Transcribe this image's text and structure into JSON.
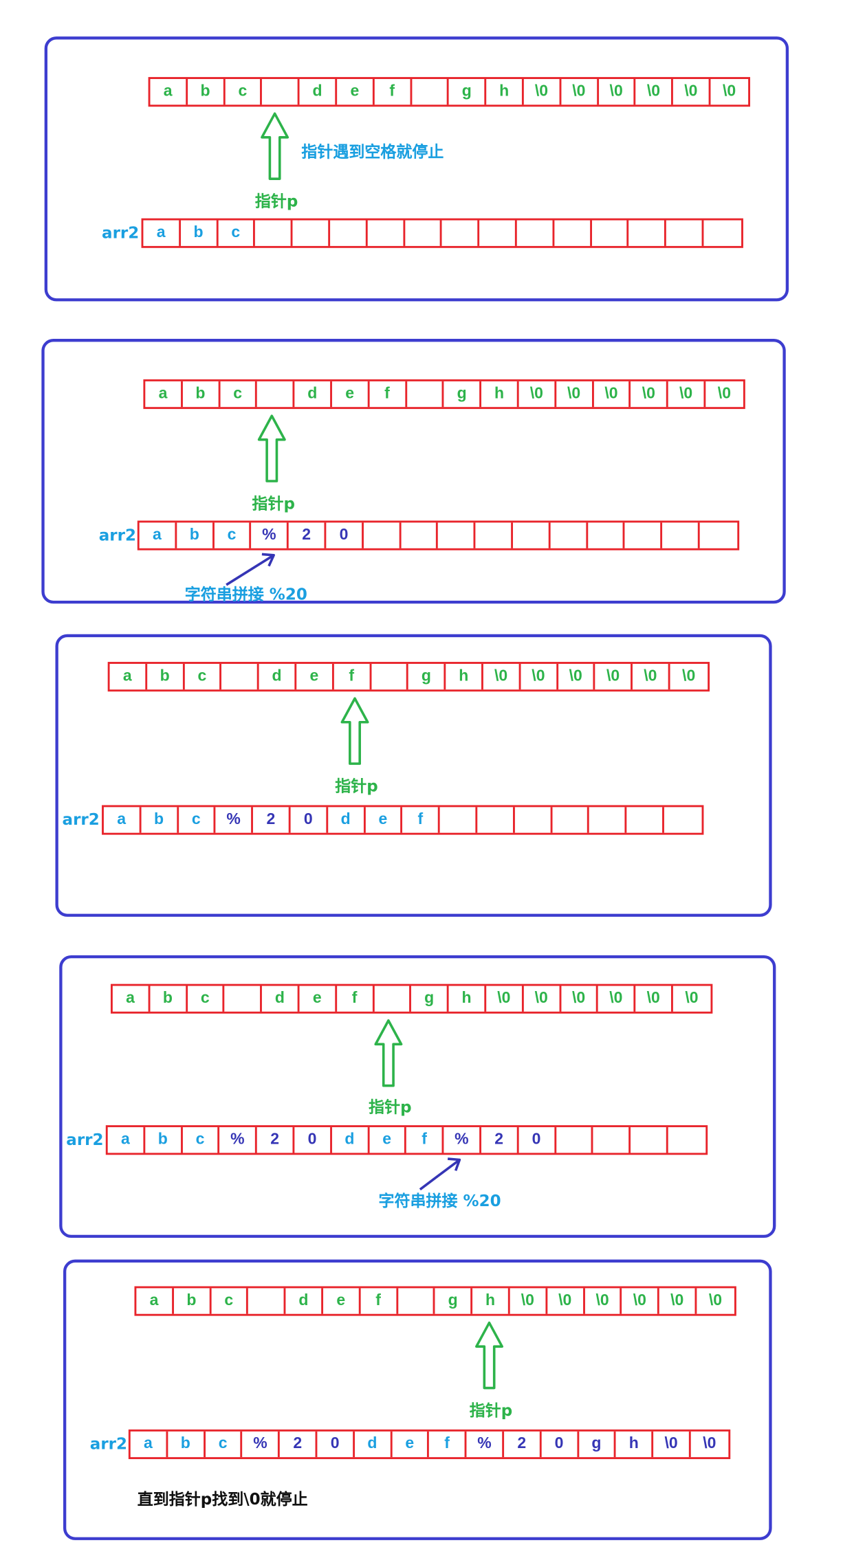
{
  "source_cells": [
    "a",
    "b",
    "c",
    "",
    "d",
    "e",
    "f",
    "",
    "g",
    "h",
    "\\0",
    "\\0",
    "\\0",
    "\\0",
    "\\0",
    "\\0"
  ],
  "panels": [
    {
      "note": "指针遇到空格就停止",
      "pointer_label": "指针p",
      "arr_label": "arr2",
      "arr2": [
        {
          "t": "a",
          "c": "blue"
        },
        {
          "t": "b",
          "c": "blue"
        },
        {
          "t": "c",
          "c": "blue"
        },
        {
          "t": ""
        },
        {
          "t": ""
        },
        {
          "t": ""
        },
        {
          "t": ""
        },
        {
          "t": ""
        },
        {
          "t": ""
        },
        {
          "t": ""
        },
        {
          "t": ""
        },
        {
          "t": ""
        },
        {
          "t": ""
        },
        {
          "t": ""
        },
        {
          "t": ""
        },
        {
          "t": ""
        }
      ]
    },
    {
      "pointer_label": "指针p",
      "arr_label": "arr2",
      "concat_note": "字符串拼接 %20",
      "arr2": [
        {
          "t": "a",
          "c": "blue"
        },
        {
          "t": "b",
          "c": "blue"
        },
        {
          "t": "c",
          "c": "blue"
        },
        {
          "t": "%",
          "c": "navy"
        },
        {
          "t": "2",
          "c": "navy"
        },
        {
          "t": "0",
          "c": "navy"
        },
        {
          "t": ""
        },
        {
          "t": ""
        },
        {
          "t": ""
        },
        {
          "t": ""
        },
        {
          "t": ""
        },
        {
          "t": ""
        },
        {
          "t": ""
        },
        {
          "t": ""
        },
        {
          "t": ""
        },
        {
          "t": ""
        }
      ]
    },
    {
      "pointer_label": "指针p",
      "arr_label": "arr2",
      "arr2": [
        {
          "t": "a",
          "c": "blue"
        },
        {
          "t": "b",
          "c": "blue"
        },
        {
          "t": "c",
          "c": "blue"
        },
        {
          "t": "%",
          "c": "navy"
        },
        {
          "t": "2",
          "c": "navy"
        },
        {
          "t": "0",
          "c": "navy"
        },
        {
          "t": "d",
          "c": "blue"
        },
        {
          "t": "e",
          "c": "blue"
        },
        {
          "t": "f",
          "c": "blue"
        },
        {
          "t": ""
        },
        {
          "t": ""
        },
        {
          "t": ""
        },
        {
          "t": ""
        },
        {
          "t": ""
        },
        {
          "t": ""
        },
        {
          "t": ""
        }
      ]
    },
    {
      "pointer_label": "指针p",
      "arr_label": "arr2",
      "concat_note": "字符串拼接 %20",
      "arr2": [
        {
          "t": "a",
          "c": "blue"
        },
        {
          "t": "b",
          "c": "blue"
        },
        {
          "t": "c",
          "c": "blue"
        },
        {
          "t": "%",
          "c": "navy"
        },
        {
          "t": "2",
          "c": "navy"
        },
        {
          "t": "0",
          "c": "navy"
        },
        {
          "t": "d",
          "c": "blue"
        },
        {
          "t": "e",
          "c": "blue"
        },
        {
          "t": "f",
          "c": "blue"
        },
        {
          "t": "%",
          "c": "navy"
        },
        {
          "t": "2",
          "c": "navy"
        },
        {
          "t": "0",
          "c": "navy"
        },
        {
          "t": ""
        },
        {
          "t": ""
        },
        {
          "t": ""
        },
        {
          "t": ""
        }
      ]
    },
    {
      "pointer_label": "指针p",
      "arr_label": "arr2",
      "end_note": "直到指针p找到\\0就停止",
      "arr2": [
        {
          "t": "a",
          "c": "blue"
        },
        {
          "t": "b",
          "c": "blue"
        },
        {
          "t": "c",
          "c": "blue"
        },
        {
          "t": "%",
          "c": "navy"
        },
        {
          "t": "2",
          "c": "navy"
        },
        {
          "t": "0",
          "c": "navy"
        },
        {
          "t": "d",
          "c": "blue"
        },
        {
          "t": "e",
          "c": "blue"
        },
        {
          "t": "f",
          "c": "blue"
        },
        {
          "t": "%",
          "c": "navy"
        },
        {
          "t": "2",
          "c": "navy"
        },
        {
          "t": "0",
          "c": "navy"
        },
        {
          "t": "g",
          "c": "navy"
        },
        {
          "t": "h",
          "c": "navy"
        },
        {
          "t": "\\0",
          "c": "navy"
        },
        {
          "t": "\\0",
          "c": "navy"
        }
      ]
    }
  ],
  "colors": {
    "panel_border": "#3d3dcf",
    "cell_border": "#e8242b",
    "green": "#2db34a",
    "blue": "#1a9fe0",
    "navy": "#3535b5"
  },
  "icons": {
    "pointer": "up-arrow-icon",
    "concat": "diagonal-arrow-icon"
  }
}
